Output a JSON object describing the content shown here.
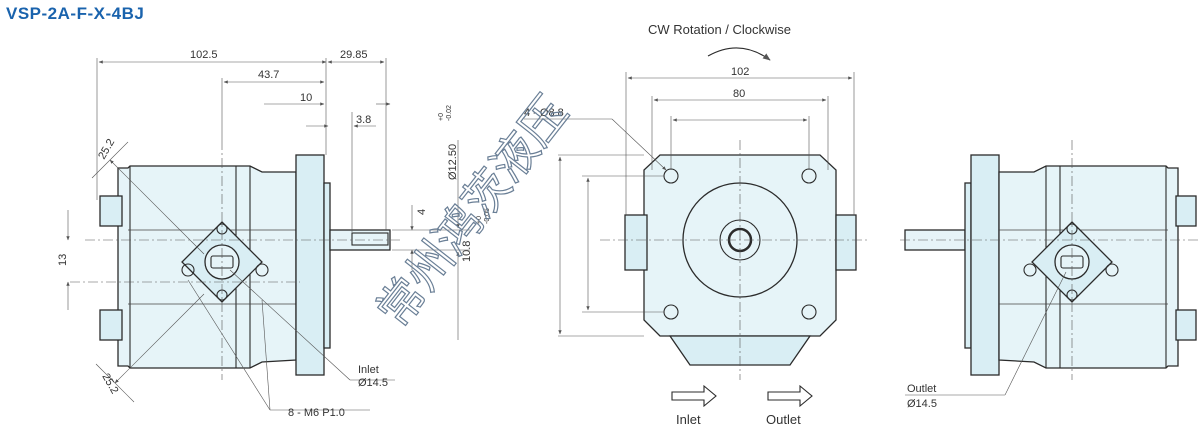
{
  "model": "VSP-2A-F-X-4BJ",
  "rotation_label": "CW Rotation / Clockwise",
  "watermark": "常州鸿茨液压",
  "dimensions": {
    "overall_length": "102.5",
    "flange_to_end": "43.7",
    "shaft_length": "29.85",
    "key_length": "10",
    "key_offset": "3.8",
    "key_width": "4",
    "flange_diagonal_top": "25.2",
    "flange_diagonal_bottom": "25.2",
    "port_spacing": "13",
    "shaft_dia": "Ø12.50",
    "shaft_dia_tol_upper": "+0",
    "shaft_dia_tol_lower": "-0.02",
    "key_height": "10.8",
    "key_height_tol_upper": "+0",
    "key_height_tol_lower": "-0.05",
    "front_width": "102",
    "front_bolt_spacing": "80",
    "front_holes": "4 - Ø8.8"
  },
  "labels": {
    "inlet_port_name": "Inlet",
    "inlet_port_size": "Ø14.5",
    "outlet_port_name": "Outlet",
    "outlet_port_size": "Ø14.5",
    "thread_spec": "8 - M6  P1.0",
    "flow_inlet": "Inlet",
    "flow_outlet": "Outlet"
  },
  "colors": {
    "title": "#1a63ad",
    "body_fill": "#e6f4f8",
    "outline": "#2b2b2b"
  }
}
